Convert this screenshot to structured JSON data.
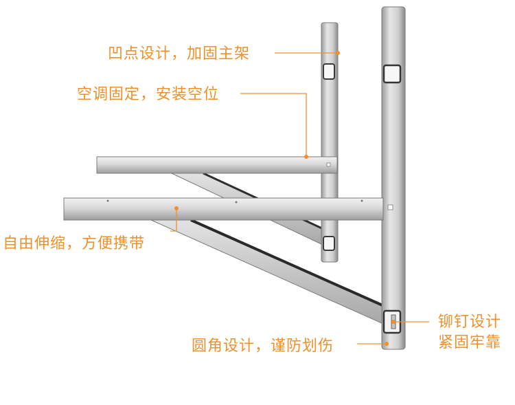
{
  "callouts": {
    "dimple": "凹点设计，加固主架",
    "ac_fix": "空调固定，安装空位",
    "telescopic": "自由伸缩，方便携带",
    "rivet_line1": "铆钉设计",
    "rivet_line2": "紧固牢靠",
    "rounded": "圆角设计，谨防划伤"
  },
  "colors": {
    "accent": "#f0902a",
    "steel_light": "#eeeeee",
    "steel_mid": "#c9c9c9",
    "steel_dark": "#8e8e8e",
    "edge": "#555555"
  }
}
